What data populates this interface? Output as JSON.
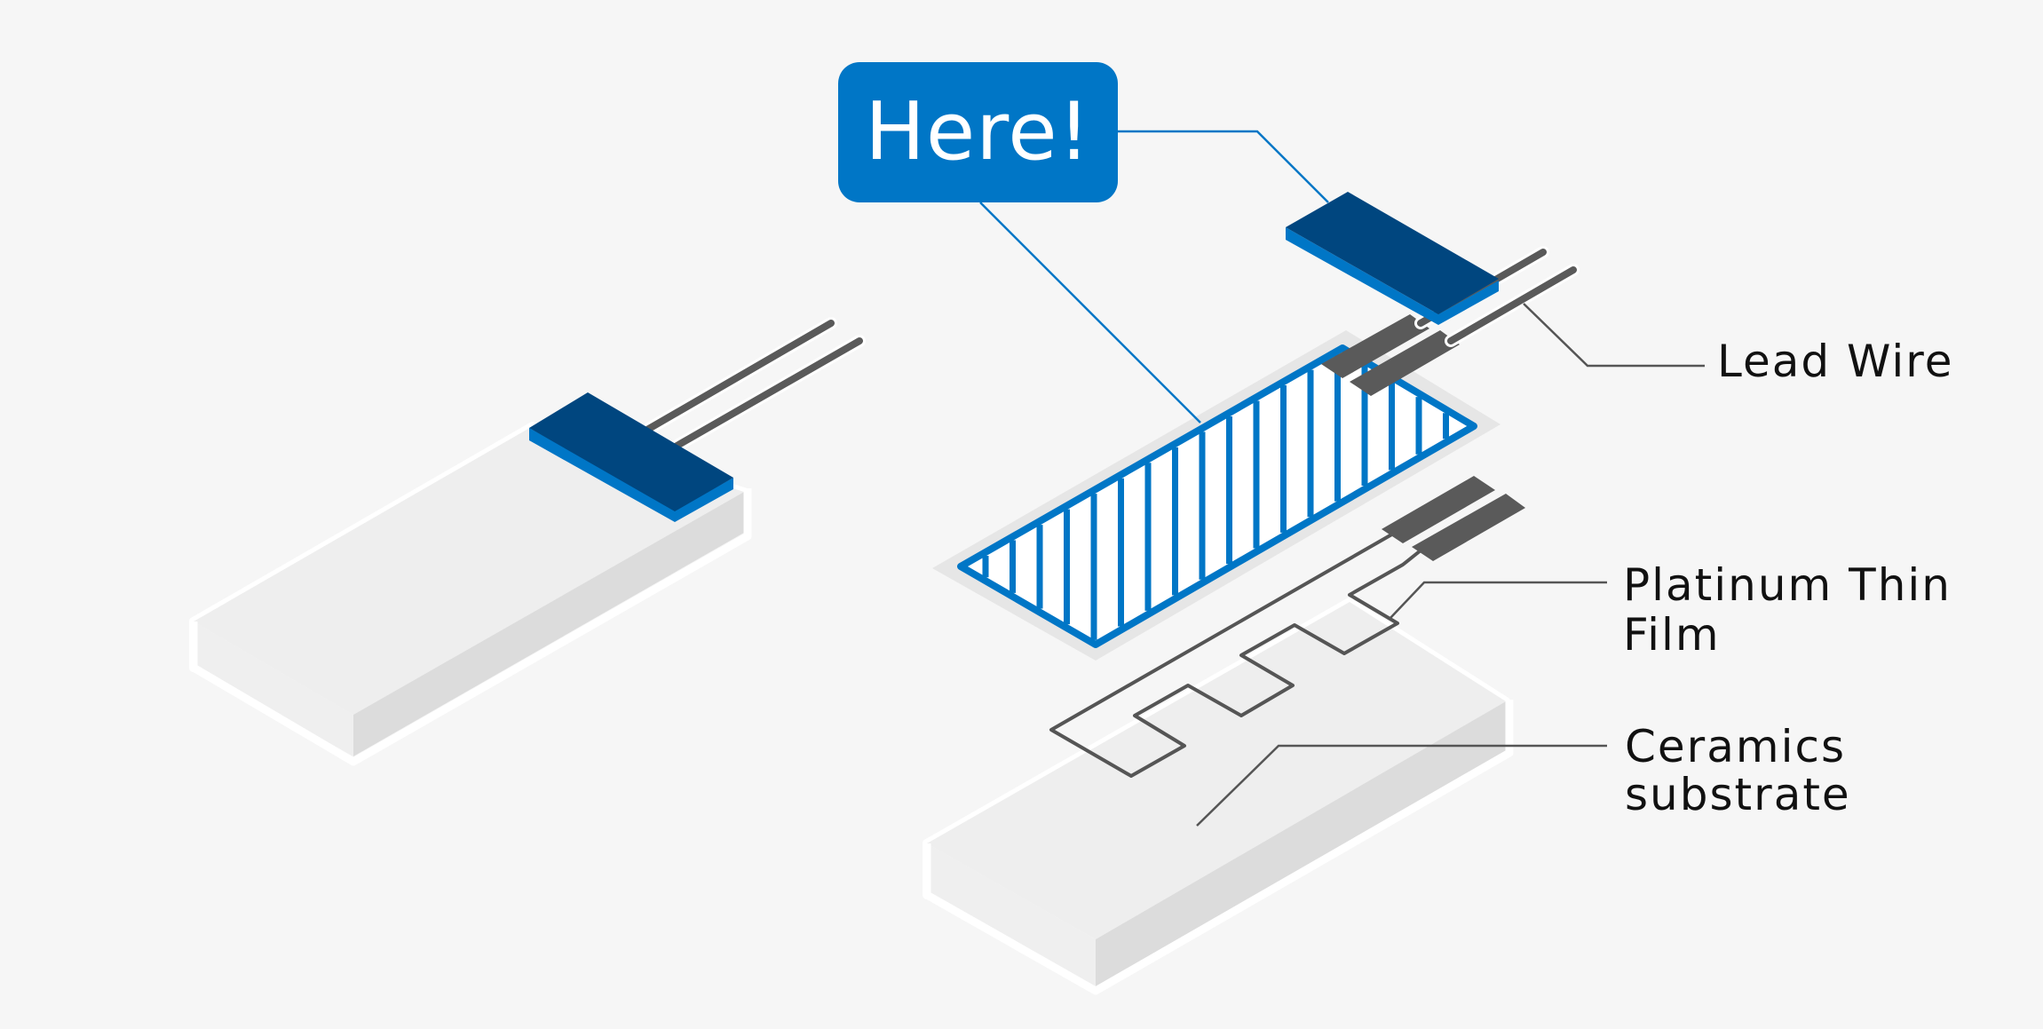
{
  "callout": {
    "text": "Here!"
  },
  "labels": {
    "lead_wire": "Lead Wire",
    "platinum_line1": "Platinum Thin",
    "platinum_line2": "Film",
    "ceramics_line1": "Ceramics",
    "ceramics_line2": "substrate"
  },
  "colors": {
    "background": "#f6f6f6",
    "accent_blue": "#0076c6",
    "dark_blue": "#00467f",
    "wire_gray": "#5a5a5a",
    "substrate_top": "#eeeeee",
    "substrate_side": "#dcdcdc"
  }
}
